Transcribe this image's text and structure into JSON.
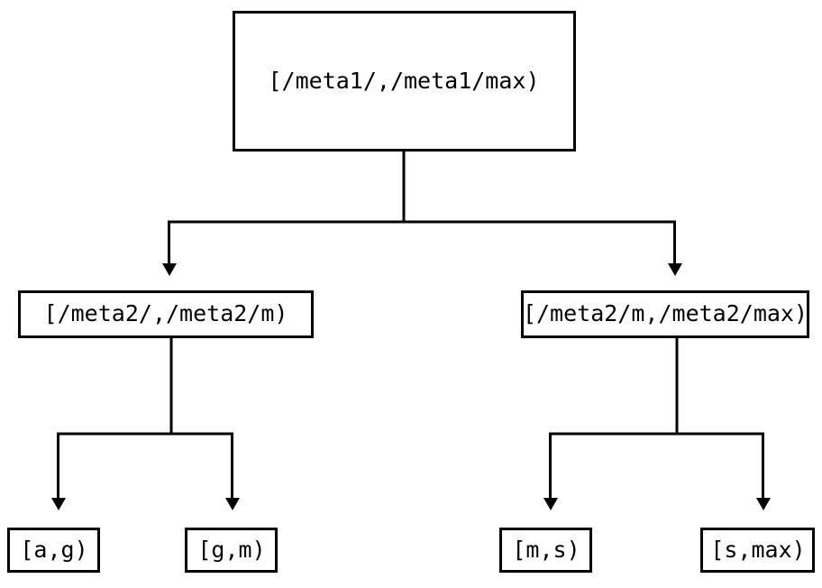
{
  "diagram": {
    "type": "tree",
    "title": "",
    "background_color": "#ffffff",
    "line_color": "#000000",
    "text_color": "#000000",
    "nodes": {
      "root": {
        "label": "[/meta1/,/meta1/max)",
        "level": 0
      },
      "mid_left": {
        "label": "[/meta2/,/meta2/m)",
        "level": 1
      },
      "mid_right": {
        "label": "[/meta2/m,/meta2/max)",
        "level": 1
      },
      "leaf_1": {
        "label": "[a,g)",
        "level": 2
      },
      "leaf_2": {
        "label": "[g,m)",
        "level": 2
      },
      "leaf_3": {
        "label": "[m,s)",
        "level": 2
      },
      "leaf_4": {
        "label": "[s,max)",
        "level": 2
      }
    },
    "edges": [
      {
        "from": "root",
        "to": "mid_left",
        "arrow": "triangle-down"
      },
      {
        "from": "root",
        "to": "mid_right",
        "arrow": "triangle-down"
      },
      {
        "from": "mid_left",
        "to": "leaf_1",
        "arrow": "triangle-down"
      },
      {
        "from": "mid_left",
        "to": "leaf_2",
        "arrow": "triangle-down"
      },
      {
        "from": "mid_right",
        "to": "leaf_3",
        "arrow": "triangle-down"
      },
      {
        "from": "mid_right",
        "to": "leaf_4",
        "arrow": "triangle-down"
      }
    ]
  }
}
